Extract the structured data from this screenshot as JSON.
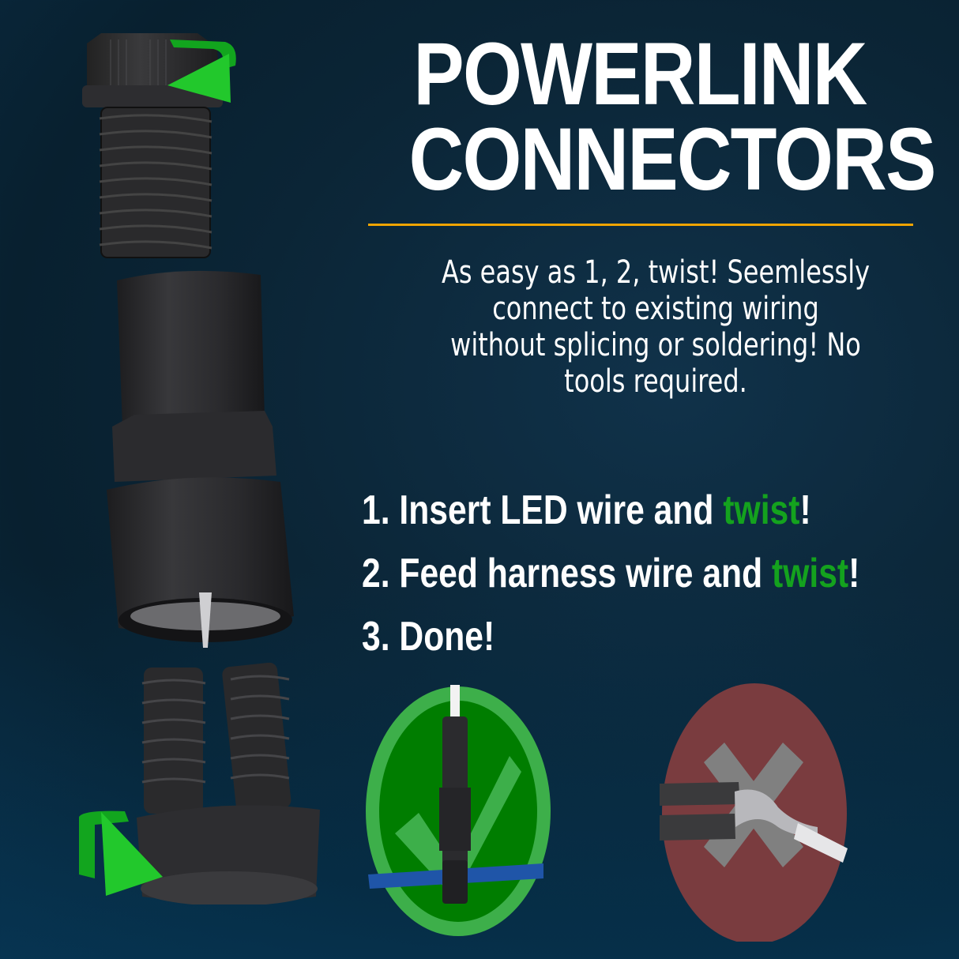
{
  "title": {
    "line1": "POWERLINK",
    "line2": "CONNECTORS"
  },
  "description": {
    "line1": "As easy as 1, 2, twist! Seemlessly",
    "line2": "connect to existing wiring",
    "line3": "without splicing or soldering! No",
    "line4": "tools required."
  },
  "steps": [
    {
      "prefix": "1. Insert LED wire and ",
      "highlight": "twist",
      "suffix": "!"
    },
    {
      "prefix": "2. Feed harness wire and ",
      "highlight": "twist",
      "suffix": "!"
    },
    {
      "prefix": "3. Done!",
      "highlight": "",
      "suffix": ""
    }
  ],
  "colors": {
    "background": "#0b2536",
    "accent_rule": "#f0a400",
    "highlight_green": "#14a21e",
    "arrow_green": "#1fc12a",
    "good_circle_outer": "#3daf4a",
    "good_circle_inner": "#007d00",
    "bad_circle": "#7a3c3f",
    "cross_gray": "#808080"
  },
  "icons": {
    "good": "checkmark-icon",
    "bad": "cross-icon",
    "rotate_top": "rotate-arrow-icon",
    "rotate_bottom": "rotate-arrow-icon"
  }
}
